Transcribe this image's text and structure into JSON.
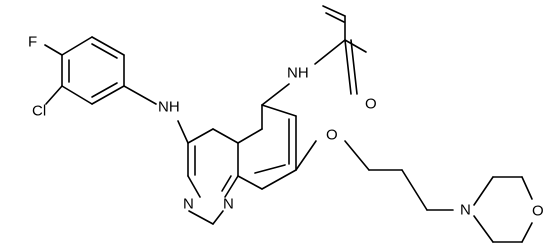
{
  "atoms": {
    "nh_amide": "NH",
    "o_carbonyl": "O",
    "nh_anilino": "NH",
    "f": "F",
    "cl": "Cl",
    "n_ring3": "N",
    "n_ring1": "N",
    "o_ether": "O",
    "n_morpholine": "N",
    "o_morpholine": "O"
  },
  "colors": {
    "bond": "#000000",
    "label": "#000000",
    "background": "#ffffff"
  }
}
